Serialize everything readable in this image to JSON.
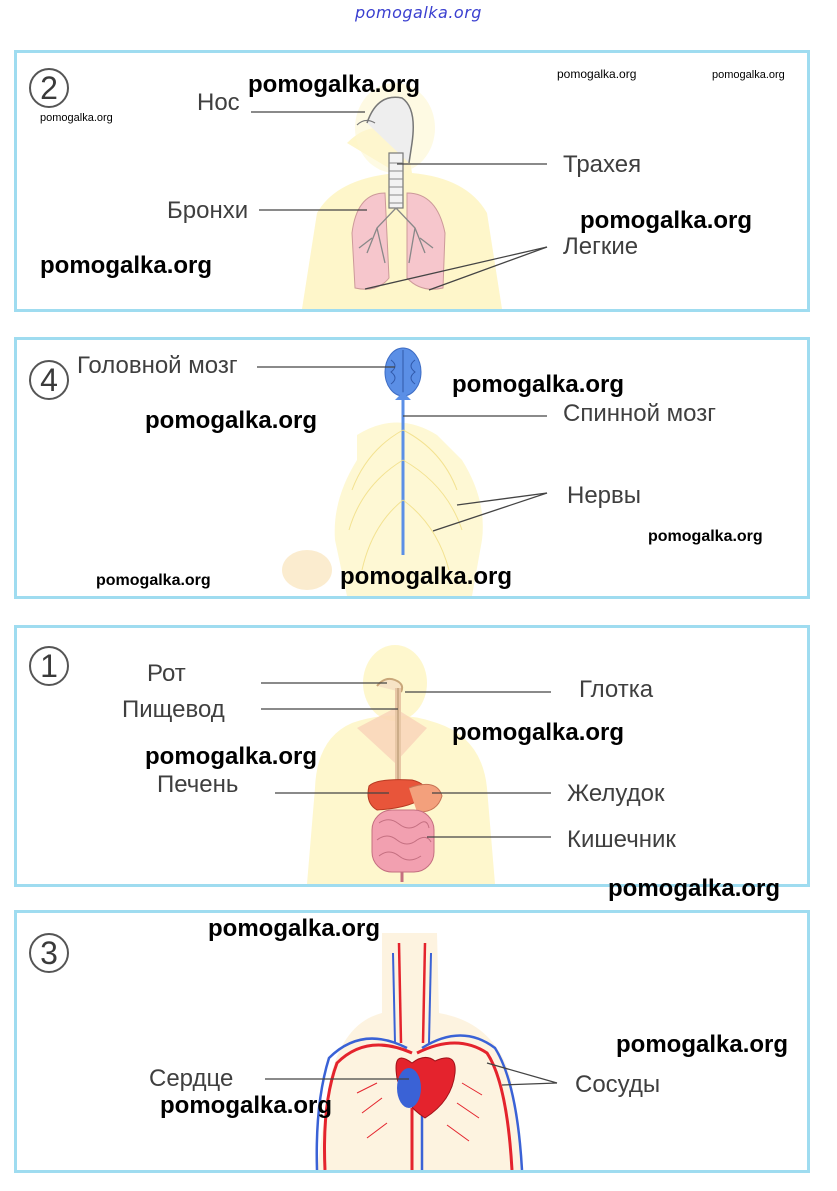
{
  "header": {
    "site": "pomogalka.org"
  },
  "watermark": "pomogalka.org",
  "panels": {
    "respiratory": {
      "number": "2",
      "labels": {
        "nose": "Нос",
        "trachea": "Трахея",
        "bronchi": "Бронхи",
        "lungs": "Легкие"
      }
    },
    "nervous": {
      "number": "4",
      "labels": {
        "brain": "Головной мозг",
        "spinal_cord": "Спинной мозг",
        "nerves": "Нервы"
      }
    },
    "digestive": {
      "number": "1",
      "labels": {
        "mouth": "Рот",
        "esophagus": "Пищевод",
        "liver": "Печень",
        "pharynx": "Глотка",
        "stomach": "Желудок",
        "intestine": "Кишечник"
      }
    },
    "circulatory": {
      "number": "3",
      "labels": {
        "heart": "Сердце",
        "vessels": "Сосуды"
      }
    }
  },
  "colors": {
    "panel_border": "#9fdcf0",
    "body_silhouette": "#fdf3b8",
    "lungs": "#f6c6cc",
    "brain": "#5b8fe6",
    "liver": "#e8553a",
    "intestine": "#f2a0b0",
    "artery": "#e4232d",
    "vein": "#3a62d6",
    "header_link": "#3a3fd0"
  }
}
